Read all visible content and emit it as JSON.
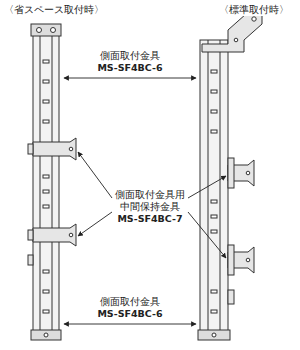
{
  "diagram": {
    "labels": [
      "〈省スペース取付時〉",
      "〈標準取付時〉",
      "側面取付金具",
      "MS-SF4BC-6",
      "側面取付金具用",
      "中間保持金具",
      "MS-SF4BC-7",
      "側面取付金具",
      "MS-SF4BC-6"
    ]
  }
}
